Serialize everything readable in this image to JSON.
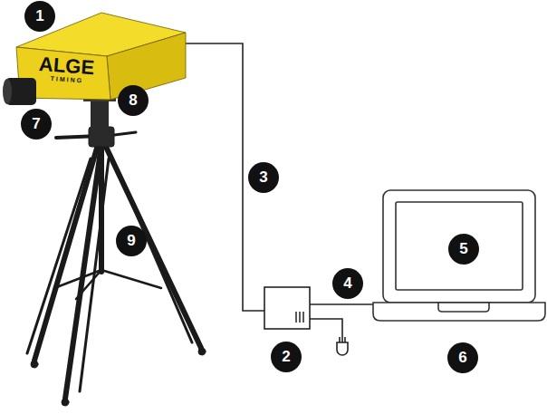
{
  "diagram": {
    "labels": [
      "1",
      "2",
      "3",
      "4",
      "5",
      "6",
      "7",
      "8",
      "9",
      "ALGE",
      "TIMING"
    ]
  }
}
